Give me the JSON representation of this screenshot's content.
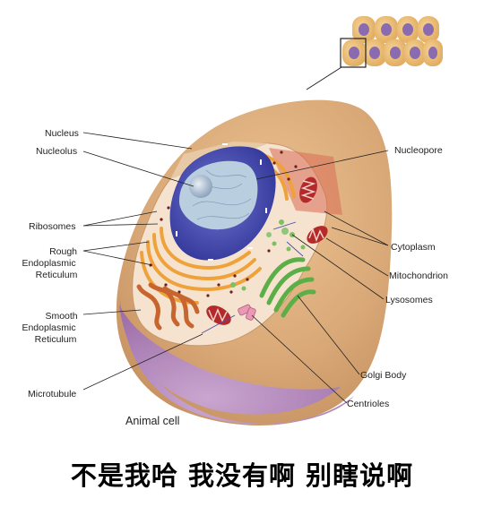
{
  "diagram": {
    "title": "Animal cell",
    "labels": {
      "nucleus": "Nucleus",
      "nucleolus": "Nucleolus",
      "ribosomes": "Ribosomes",
      "rough_er": [
        "Rough",
        "Endoplasmic",
        "Reticulum"
      ],
      "smooth_er": [
        "Smooth",
        "Endoplasmic",
        "Reticulum"
      ],
      "microtubule": "Microtubule",
      "nucleopore": "Nucleopore",
      "cytoplasm": "Cytoplasm",
      "mitochondrion": "Mitochondrion",
      "lysosomes": "Lysosomes",
      "golgi_body": "Golgi Body",
      "centrioles": "Centrioles"
    }
  },
  "caption": "不是我哈 我没有啊 别瞎说啊",
  "colors": {
    "cell_outer": "#d9a877",
    "cell_purple": "#a97bb8",
    "cytoplasm": "#f6e3cf",
    "nucleus": "#4a4fb0",
    "nucleoplasm": "#b9cfe0",
    "er_orange": "#f0a23a",
    "golgi": "#5cae47",
    "mitochondria": "#b42a2a",
    "smooth_er": "#c8652e"
  }
}
